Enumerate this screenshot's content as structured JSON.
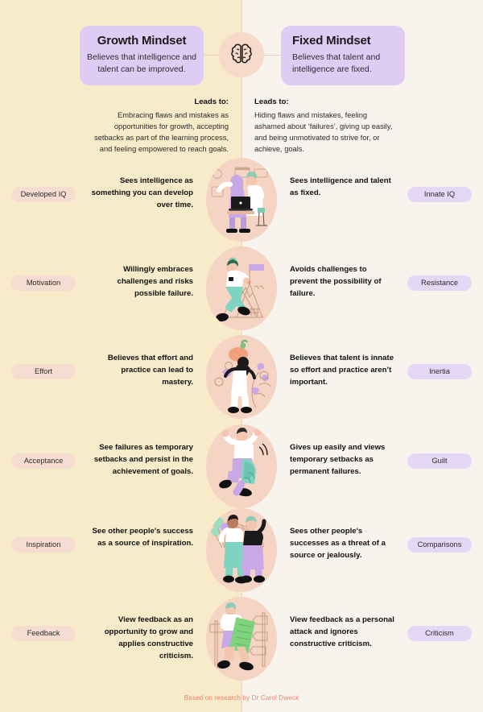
{
  "theme": {
    "bg_left": "#F7EBC9",
    "bg_right": "#F7F4EE",
    "card_purple": "#DFCCF5",
    "pill_left": "#F7DCD2",
    "pill_right": "#E5D8F7",
    "illustration_circle": "#F6D4C4",
    "spine": "#F3D9CE",
    "footer_text": "#E8836A"
  },
  "header": {
    "center_icon": "brain-icon",
    "left": {
      "title": "Growth Mindset",
      "subtitle": "Believes that intelligence and talent can be improved."
    },
    "right": {
      "title": "Fixed Mindset",
      "subtitle": "Believes that talent and intelligence are fixed."
    }
  },
  "leads_to": {
    "label": "Leads to:",
    "left": "Embracing flaws and mistakes as opportunities for growth, accepting setbacks as part of the learning process, and feeling empowered to reach goals.",
    "right": "Hiding flaws and mistakes, feeling ashamed about ‘failures’, giving up easily, and being unmotivated to strive for, or achieve, goals."
  },
  "rows": [
    {
      "left_pill": "Developed IQ",
      "left_desc": "Sees intelligence as something you can develop over time.",
      "illustration": "person-at-desk-with-laptop-icon",
      "right_desc": "Sees intelligence and talent as fixed.",
      "right_pill": "Innate IQ"
    },
    {
      "left_pill": "Motivation",
      "left_desc": "Willingly embraces challenges and risks possible failure.",
      "illustration": "person-climbing-mountain-icon",
      "right_desc": "Avoids challenges to prevent the possibility of failure.",
      "right_pill": "Resistance"
    },
    {
      "left_pill": "Effort",
      "left_desc": "Believes that effort and practice can lead to mastery.",
      "illustration": "person-with-flowers-icon",
      "right_desc": "Believes that talent is innate so effort and practice aren’t important.",
      "right_pill": "Inertia"
    },
    {
      "left_pill": "Acceptance",
      "left_desc": "See failures as temporary setbacks and persist in the achievement of goals.",
      "illustration": "person-falling-with-backpack-icon",
      "right_desc": "Gives up easily and views temporary setbacks as permanent failures.",
      "right_pill": "Guilt"
    },
    {
      "left_pill": "Inspiration",
      "left_desc": "See other people's success as a source of inspiration.",
      "illustration": "two-people-celebrating-icon",
      "right_desc": "Sees other people's successes as a threat of a source or jealously.",
      "right_pill": "Comparisons"
    },
    {
      "left_pill": "Feedback",
      "left_desc": "View feedback as an opportunity to grow and applies constructive criticism.",
      "illustration": "person-carrying-sign-icon",
      "right_desc": "View feedback as a personal attack and ignores constructive criticism.",
      "right_pill": "Criticism"
    }
  ],
  "footer": {
    "credit": "Based on research  by Dr Carol Dweck"
  }
}
